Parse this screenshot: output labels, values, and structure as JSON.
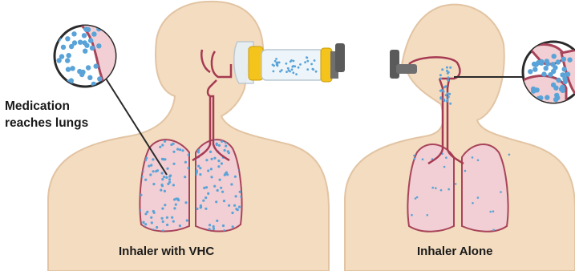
{
  "callout": {
    "line1": "Medication",
    "line2": "reaches lungs"
  },
  "panels": [
    {
      "caption": "Inhaler with VHC"
    },
    {
      "caption": "Inhaler Alone"
    }
  ],
  "colors": {
    "skin": "#f3dcc0",
    "skin_outline": "#e2c4a3",
    "lung_fill": "#f1cfd4",
    "lung_outline": "#a8445a",
    "airway": "#a63a52",
    "particle": "#5aa3d8",
    "chamber_yellow": "#f5c41c",
    "inhaler_gray": "#6f6f6f"
  },
  "icons": [
    "magnified-lung-tissue-icon",
    "magnified-throat-icon",
    "spacer-chamber-icon",
    "metered-dose-inhaler-icon"
  ]
}
